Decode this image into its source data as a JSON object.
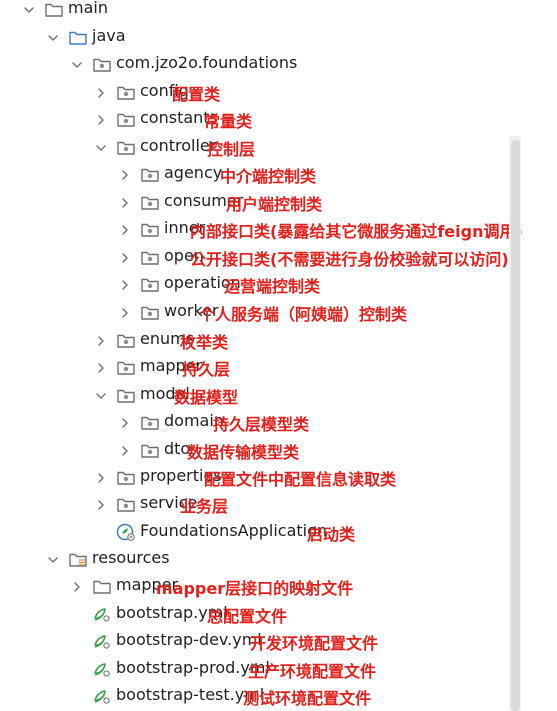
{
  "tree": [
    {
      "id": "main",
      "label": "main",
      "note": "",
      "icon": "folder-icon",
      "expanded": true,
      "chevron": true
    },
    {
      "id": "java",
      "label": "java",
      "note": "",
      "icon": "source-folder-icon",
      "expanded": true,
      "chevron": true
    },
    {
      "id": "package-foundations",
      "label": "com.jzo2o.foundations",
      "note": "",
      "icon": "package-icon",
      "expanded": true,
      "chevron": true
    },
    {
      "id": "config",
      "label": "config",
      "note": "配置类",
      "icon": "package-icon",
      "expanded": false,
      "chevron": true
    },
    {
      "id": "constants",
      "label": "constants",
      "note": "常量类",
      "icon": "package-icon",
      "expanded": false,
      "chevron": true
    },
    {
      "id": "controller",
      "label": "controller",
      "note": "控制层",
      "icon": "package-icon",
      "expanded": true,
      "chevron": true
    },
    {
      "id": "agency",
      "label": "agency",
      "note": "中介端控制类",
      "icon": "package-icon",
      "expanded": false,
      "chevron": true
    },
    {
      "id": "consumer",
      "label": "consumer",
      "note": "用户端控制类",
      "icon": "package-icon",
      "expanded": false,
      "chevron": true
    },
    {
      "id": "inner",
      "label": "inner",
      "note": "内部接口类(暴露给其它微服务通过feign调用)",
      "icon": "package-icon",
      "expanded": false,
      "chevron": true
    },
    {
      "id": "open",
      "label": "open",
      "note": "公开接口类(不需要进行身份校验就可以访问)",
      "icon": "package-icon",
      "expanded": false,
      "chevron": true
    },
    {
      "id": "operation",
      "label": "operation",
      "note": "运营端控制类",
      "icon": "package-icon",
      "expanded": false,
      "chevron": true
    },
    {
      "id": "worker",
      "label": "worker",
      "note": "个人服务端（阿姨端）控制类",
      "icon": "package-icon",
      "expanded": false,
      "chevron": true
    },
    {
      "id": "enums",
      "label": "enums",
      "note": "枚举类",
      "icon": "package-icon",
      "expanded": false,
      "chevron": true
    },
    {
      "id": "mapper-pkg",
      "label": "mapper",
      "note": "持久层",
      "icon": "package-icon",
      "expanded": false,
      "chevron": true
    },
    {
      "id": "model",
      "label": "model",
      "note": "数据模型",
      "icon": "package-icon",
      "expanded": true,
      "chevron": true
    },
    {
      "id": "domain",
      "label": "domain",
      "note": "持久层模型类",
      "icon": "package-icon",
      "expanded": false,
      "chevron": true
    },
    {
      "id": "dto",
      "label": "dto",
      "note": "数据传输模型类",
      "icon": "package-icon",
      "expanded": false,
      "chevron": true
    },
    {
      "id": "properties",
      "label": "properties",
      "note": "配置文件中配置信息读取类",
      "icon": "package-icon",
      "expanded": false,
      "chevron": true
    },
    {
      "id": "service",
      "label": "service",
      "note": "业务层",
      "icon": "package-icon",
      "expanded": false,
      "chevron": true
    },
    {
      "id": "app",
      "label": "FoundationsApplication",
      "note": "启动类",
      "icon": "spring-app-icon",
      "expanded": false,
      "chevron": false
    },
    {
      "id": "resources",
      "label": "resources",
      "note": "",
      "icon": "resources-folder-icon",
      "expanded": true,
      "chevron": true
    },
    {
      "id": "mapper-res",
      "label": "mapper",
      "note": "mapper层接口的映射文件",
      "icon": "folder-icon",
      "expanded": false,
      "chevron": true
    },
    {
      "id": "bootstrap",
      "label": "bootstrap.yml",
      "note": "总配置文件",
      "icon": "yaml-file-icon",
      "expanded": false,
      "chevron": false
    },
    {
      "id": "bootstrap-dev",
      "label": "bootstrap-dev.yml",
      "note": "开发环境配置文件",
      "icon": "yaml-file-icon",
      "expanded": false,
      "chevron": false
    },
    {
      "id": "bootstrap-prod",
      "label": "bootstrap-prod.yml",
      "note": "生产环境配置文件",
      "icon": "yaml-file-icon",
      "expanded": false,
      "chevron": false
    },
    {
      "id": "bootstrap-test",
      "label": "bootstrap-test.yml",
      "note": "测试环境配置文件",
      "icon": "yaml-file-icon",
      "expanded": false,
      "chevron": false
    }
  ],
  "colors": {
    "annotation": "#e3211c",
    "text": "#1f1f1f",
    "icon_stroke": "#6e6e6e",
    "package_dot": "#8c8c8c",
    "yaml": "#2f9e44",
    "spring": "#3d7cc9",
    "resources_lines": "#e08a2c"
  }
}
